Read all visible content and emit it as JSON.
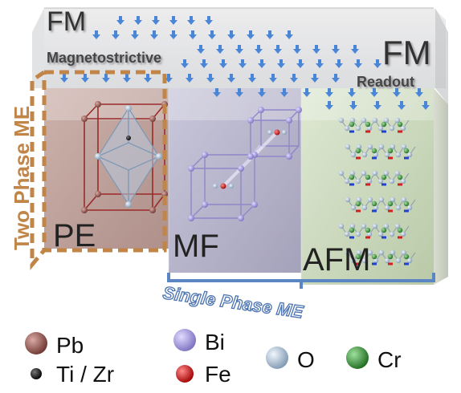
{
  "labels": {
    "fm_top_left": "FM",
    "magnetostrictive": "Magnetostrictive",
    "fm_top_right": "FM",
    "readout": "Readout",
    "two_phase": "Two Phase ME",
    "pe": "PE",
    "mf": "MF",
    "afm": "AFM",
    "single_phase": "Single Phase ME"
  },
  "legend": [
    {
      "key": "pb",
      "label": "Pb",
      "color": "#8a4f4a"
    },
    {
      "key": "bi",
      "label": "Bi",
      "color": "#9d93d8"
    },
    {
      "key": "o",
      "label": "O",
      "color": "#9fb6cc"
    },
    {
      "key": "cr",
      "label": "Cr",
      "color": "#3e8d3e"
    },
    {
      "key": "tizr",
      "label": "Ti / Zr",
      "color": "#111111"
    },
    {
      "key": "fe",
      "label": "Fe",
      "color": "#d01515"
    }
  ],
  "colors": {
    "arrow": "#4a86d8",
    "pe_block": "#b9978f",
    "mf_block": "#b0aec6",
    "afm_block": "#c8d7b8",
    "two_phase_border": "#c08547",
    "single_phase_bracket": "#5a87c4"
  }
}
